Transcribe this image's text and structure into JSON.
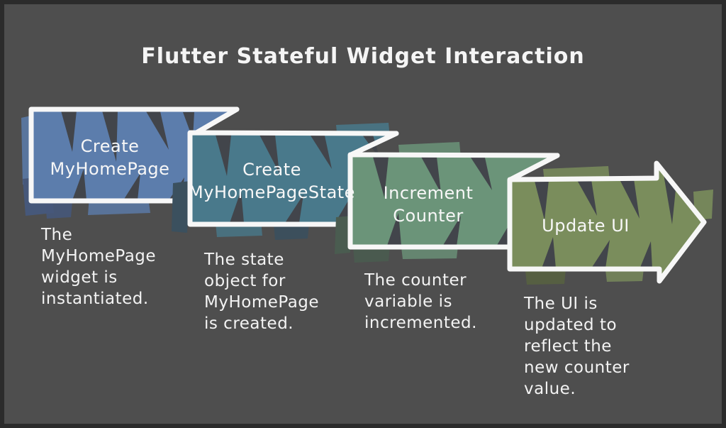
{
  "title": "Flutter Stateful Widget Interaction",
  "colors": {
    "background": "#4e4e4e",
    "frame": "#2b2b2b",
    "outline": "#f7f7f7",
    "texture_dark": "#42454b",
    "step1_fill": "#5c7dac",
    "step1_shadow": "#46587a",
    "step2_fill": "#49798b",
    "step2_shadow": "#3b505e",
    "step3_fill": "#6b9479",
    "step3_shadow": "#4a5c50",
    "step4_fill": "#7a8d5c",
    "step4_shadow": "#565f42"
  },
  "steps": [
    {
      "shape": "box",
      "color": "#5c7dac",
      "label_lines": [
        "Create",
        "MyHomePage"
      ],
      "description_lines": [
        "The",
        "MyHomePage",
        "widget is",
        "instantiated."
      ]
    },
    {
      "shape": "box",
      "color": "#49798b",
      "label_lines": [
        "Create",
        "MyHomePageState"
      ],
      "description_lines": [
        "The state",
        "object for",
        "MyHomePage",
        "is created."
      ]
    },
    {
      "shape": "box",
      "color": "#6b9479",
      "label_lines": [
        "Increment",
        "Counter"
      ],
      "description_lines": [
        "The counter",
        "variable is",
        "incremented."
      ]
    },
    {
      "shape": "arrow",
      "color": "#7a8d5c",
      "label_lines": [
        "Update UI"
      ],
      "description_lines": [
        "The UI is",
        "updated to",
        "reflect the",
        "new counter",
        "value."
      ]
    }
  ]
}
